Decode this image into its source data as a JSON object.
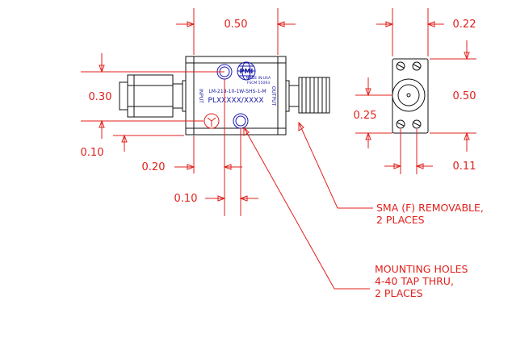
{
  "dimensions": {
    "body_length": "0.50",
    "connector_extension": "0.22",
    "left_height": "0.30",
    "end_view_height": "0.50",
    "end_view_center": "0.25",
    "left_offset": "0.10",
    "hole_offset": "0.20",
    "hole_spacing": "0.10",
    "end_view_base": "0.11"
  },
  "labels": {
    "part_number": "LM-218-10-1W-SHS-1-M",
    "model": "PLXXXXX/XXXX",
    "input": "INPUT",
    "output": "OUTPUT",
    "logo": "PMI",
    "made_in_usa": "MADE IN USA",
    "cage": "FSCM 55093"
  },
  "notes": {
    "sma_line1": "SMA (F) REMOVABLE,",
    "sma_line2": "2 PLACES",
    "mount_line1": "MOUNTING HOLES",
    "mount_line2": "4-40 TAP THRU,",
    "mount_line3": "2 PLACES"
  },
  "colors": {
    "dimension": "#e0201c",
    "outline": "#111111",
    "label": "#1a1ab0"
  }
}
